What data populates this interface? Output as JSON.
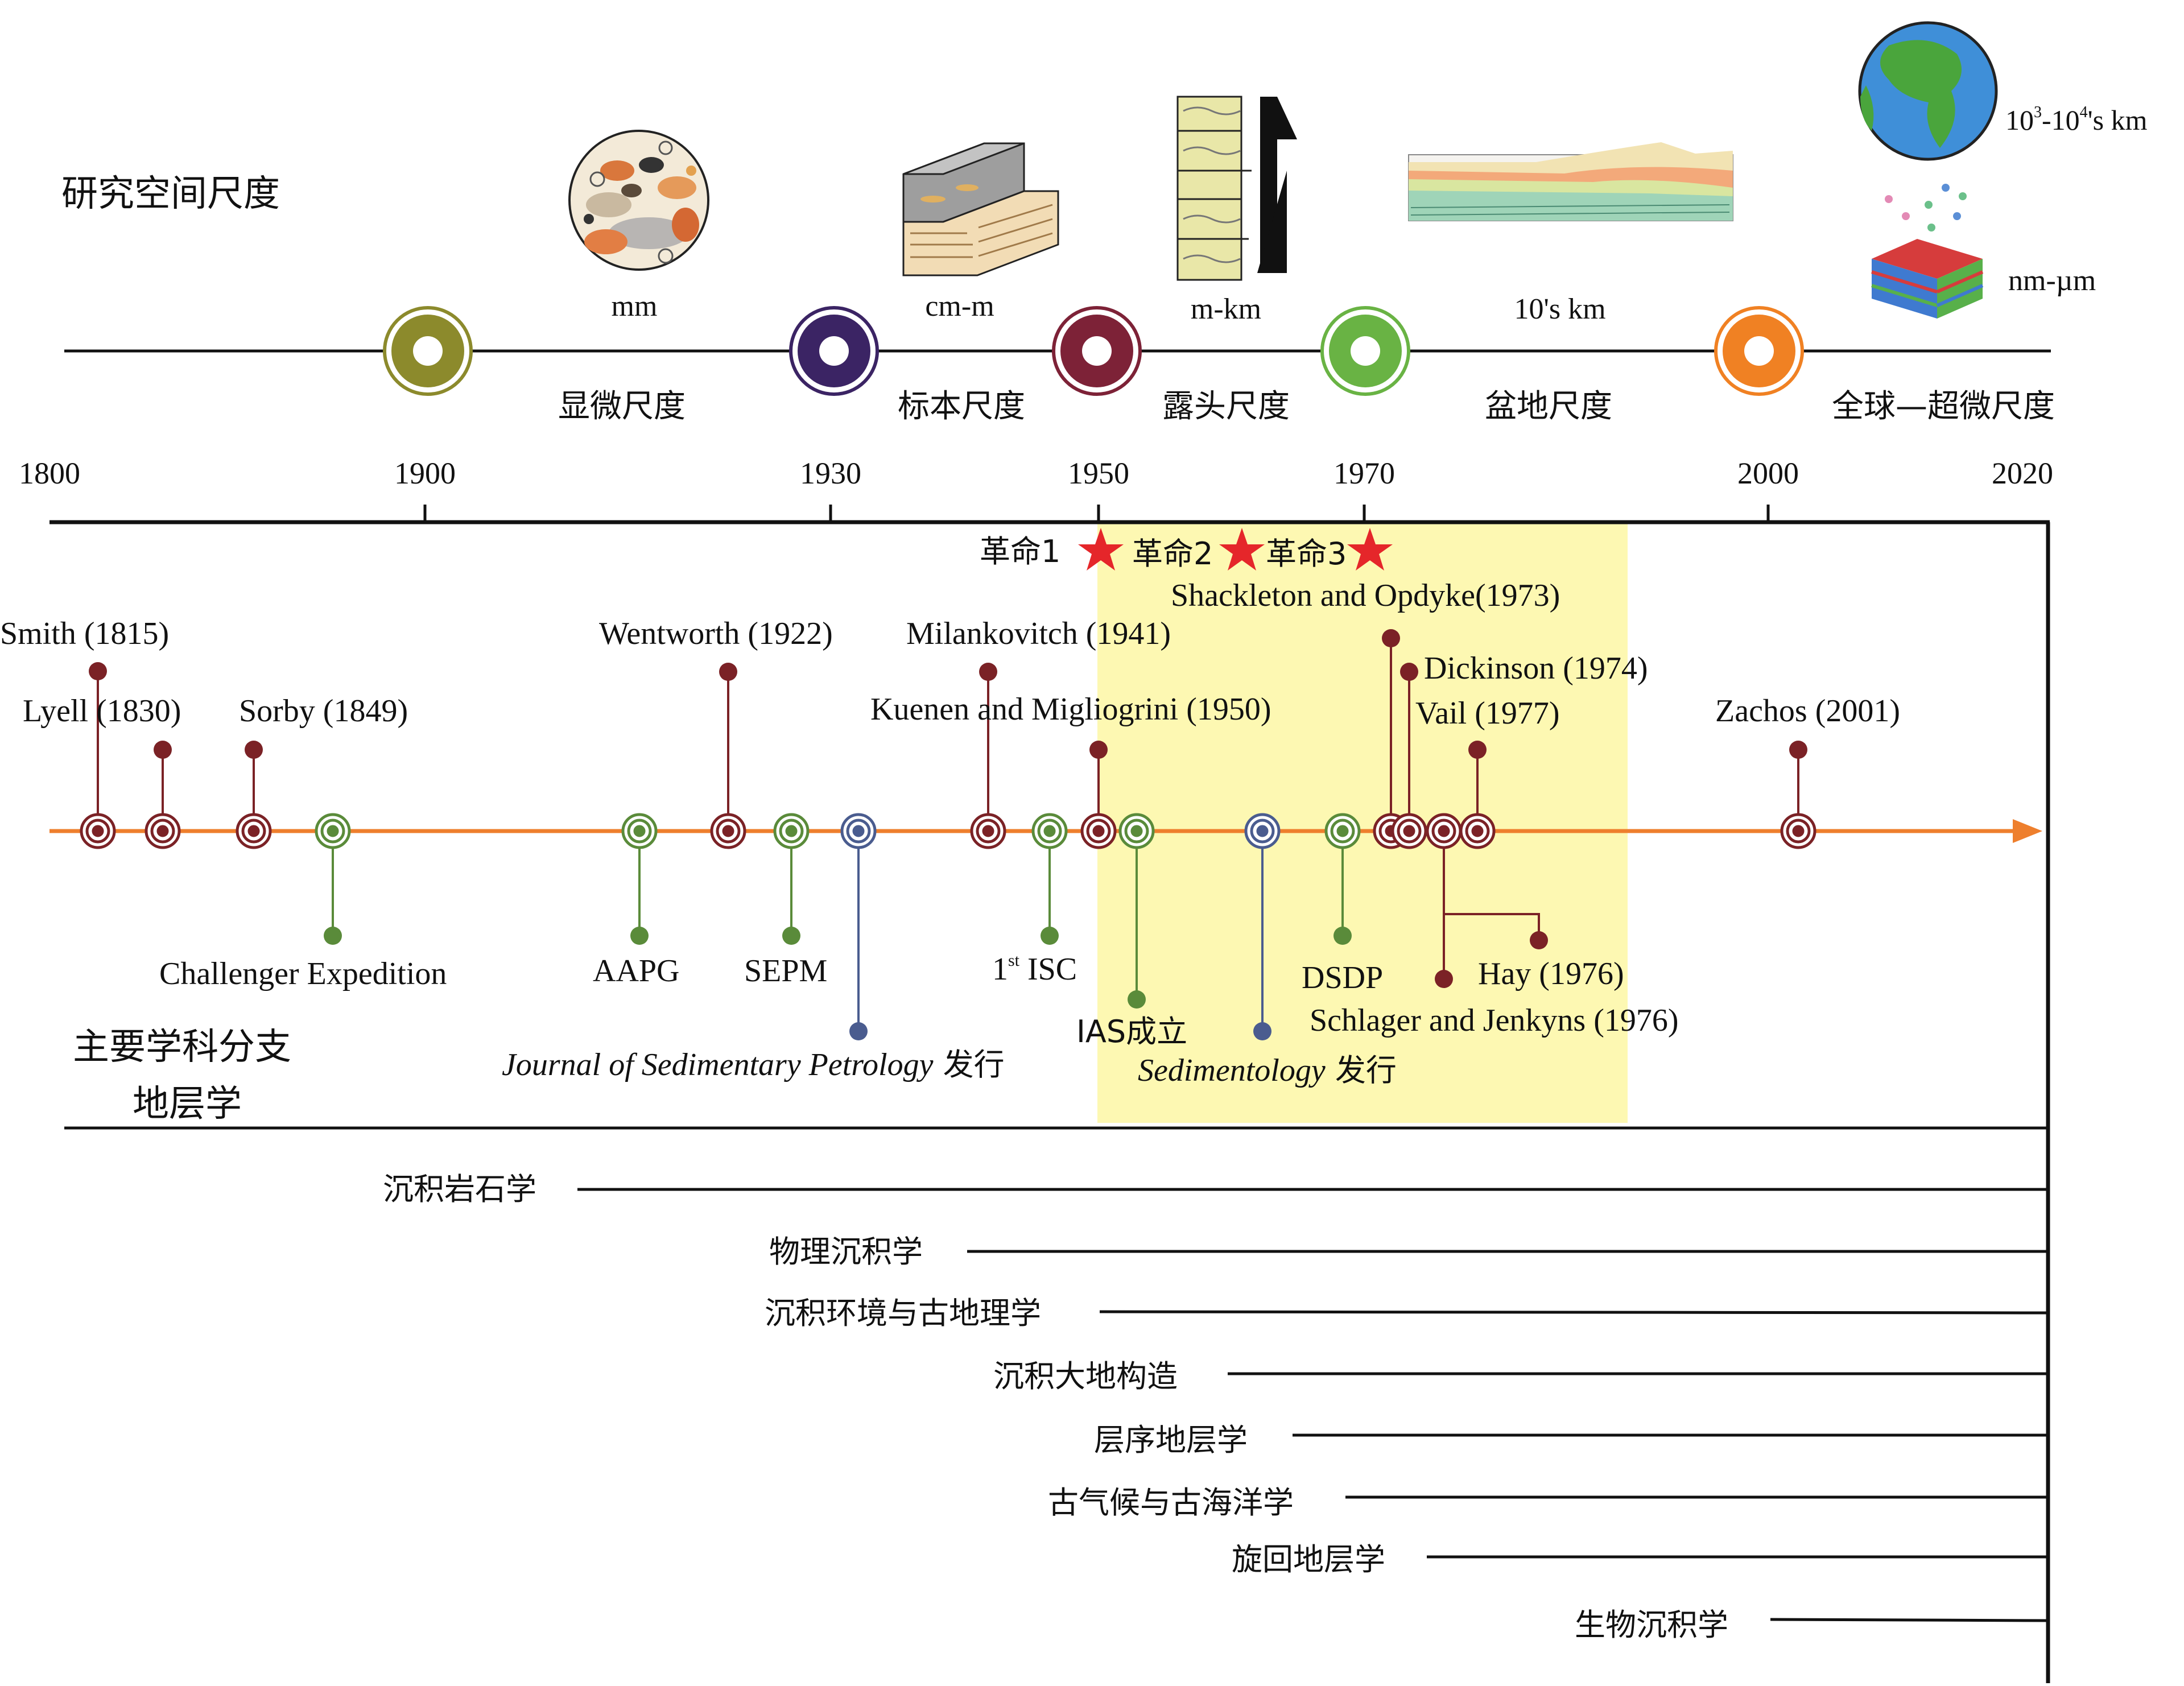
{
  "colors": {
    "axis": "#111111",
    "timeline": "#ee7f2d",
    "highlight": "#fdf8b2",
    "star": "#e5262a",
    "event_red": "#7b2226",
    "event_green": "#5a8b3a",
    "event_blue": "#4a5c8f",
    "node_1900": "#8c8a2c",
    "node_1930": "#3b2464",
    "node_1950": "#7d2237",
    "node_1970": "#69b344",
    "node_2000": "#f08123"
  },
  "spatial_scale": {
    "title": "研究空间尺度",
    "scales": [
      {
        "unit": "mm",
        "label": "显微尺度",
        "icon": "thin-section-grains-icon"
      },
      {
        "unit": "cm-m",
        "label": "标本尺度",
        "icon": "rock-sample-block-icon"
      },
      {
        "unit": "m-km",
        "label": "露头尺度",
        "icon": "outcrop-column-icon"
      },
      {
        "unit": "10's km",
        "label": "盆地尺度",
        "icon": "basin-cross-section-icon"
      },
      {
        "unit": "nm-µm",
        "label": "全球—超微尺度",
        "icon": "nano-particle-cube-icon"
      }
    ],
    "global_unit_base": "10",
    "global_unit_exp1": "3",
    "global_unit_mid": "-10",
    "global_unit_exp2": "4",
    "global_unit_tail": "'s km",
    "nodes": [
      {
        "year": "1900",
        "color_key": "node_1900"
      },
      {
        "year": "1930",
        "color_key": "node_1930"
      },
      {
        "year": "1950",
        "color_key": "node_1950"
      },
      {
        "year": "1970",
        "color_key": "node_1970"
      },
      {
        "year": "2000",
        "color_key": "node_2000"
      }
    ]
  },
  "time_axis": {
    "labels": [
      "1800",
      "1900",
      "1930",
      "1950",
      "1970",
      "2000",
      "2020"
    ]
  },
  "revolutions": [
    "革命1",
    "革命2",
    "革命3"
  ],
  "events_top": [
    {
      "label": "Smith (1815)",
      "year": 1815
    },
    {
      "label": "Lyell (1830)",
      "year": 1830
    },
    {
      "label": "Sorby (1849)",
      "year": 1849
    },
    {
      "label": "Wentworth (1922)",
      "year": 1922
    },
    {
      "label": "Milankovitch (1941)",
      "year": 1941
    },
    {
      "label": "Kuenen and Migliogrini (1950)",
      "year": 1950
    },
    {
      "label": "Shackleton and Opdyke(1973)",
      "year": 1973
    },
    {
      "label": "Dickinson (1974)",
      "year": 1974
    },
    {
      "label": "Vail (1977)",
      "year": 1977
    },
    {
      "label": "Zachos (2001)",
      "year": 2001
    }
  ],
  "events_bottom": [
    {
      "label": "Challenger Expedition"
    },
    {
      "label": "AAPG"
    },
    {
      "label": "SEPM"
    },
    {
      "label_sup": "st",
      "label_pre": "1",
      "label_post": " ISC"
    },
    {
      "label": "IAS成立"
    },
    {
      "label": "DSDP"
    },
    {
      "label": "Hay (1976)"
    },
    {
      "label": "Schlager and Jenkyns (1976)"
    },
    {
      "label_italic": "Journal of Sedimentary Petrology",
      "label_suffix": " 发行"
    },
    {
      "label_italic": "Sedimentology",
      "label_suffix": " 发行"
    }
  ],
  "disciplines": {
    "title_line1": "主要学科分支",
    "title_line2": "地层学",
    "items": [
      "沉积岩石学",
      "物理沉积学",
      "沉积环境与古地理学",
      "沉积大地构造",
      "层序地层学",
      "古气候与古海洋学",
      "旋回地层学",
      "生物沉积学"
    ]
  }
}
